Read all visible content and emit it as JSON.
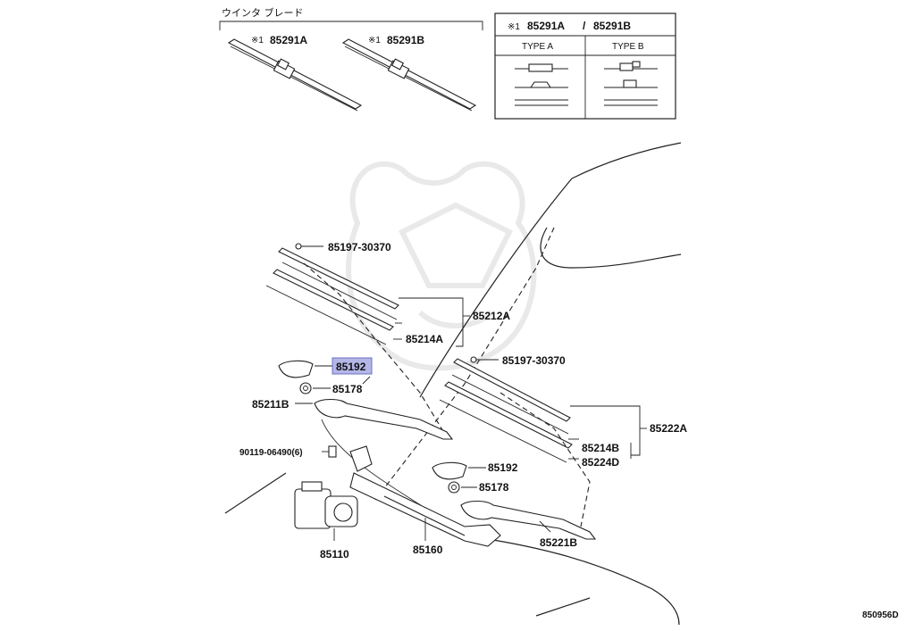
{
  "blade_header": {
    "title": "ウインタ ブレード",
    "items": [
      {
        "mark": "※1",
        "code": "85291A"
      },
      {
        "mark": "※1",
        "code": "85291B"
      }
    ]
  },
  "type_table": {
    "title_mark": "※1",
    "title_code_a": "85291A",
    "title_sep": "/",
    "title_code_b": "85291B",
    "col_a": "TYPE A",
    "col_b": "TYPE B"
  },
  "labels": {
    "p85197_top": "85197-30370",
    "p85212A": "85212A",
    "p85214A": "85214A",
    "p85192_top": "85192",
    "p85178_top": "85178",
    "p85211B": "85211B",
    "p90119": "90119-06490(6)",
    "p85197_right": "85197-30370",
    "p85222A": "85222A",
    "p85214B": "85214B",
    "p85224D": "85224D",
    "p85192_mid": "85192",
    "p85178_mid": "85178",
    "p85221B": "85221B",
    "p85110": "85110",
    "p85160": "85160"
  },
  "highlight_color": "#b3b6e6",
  "diagram_code": "850956D"
}
